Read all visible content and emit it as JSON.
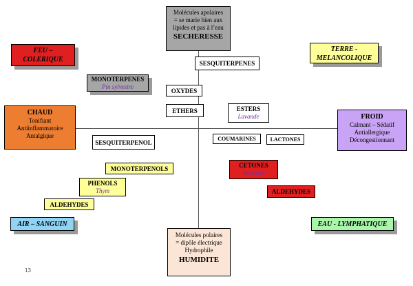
{
  "top": {
    "line1": "Molécules apolaires",
    "line2": "= se marie bien aux",
    "line3": "lipides et pas à l’eau",
    "title": "SECHERESSE"
  },
  "bottom": {
    "line1": "Molécules polaires",
    "line2": "= dipôle électrique",
    "line3": "Hydrophile",
    "title": "HUMIDITE"
  },
  "left": {
    "title": "CHAUD",
    "line1": "Tonifiant",
    "line2": "Antiinflammatoire",
    "line3": "Antalgique"
  },
  "right": {
    "title": "FROID",
    "line1": "Calmant – Sédatif",
    "line2": "Antiallergique",
    "line3": "Décongestionnant"
  },
  "corners": {
    "feu_line1": "FEU –",
    "feu_line2": "COLERIQUE",
    "terre_line1": "TERRE -",
    "terre_line2": "MELANCOLIQUE",
    "air": "AIR – SANGUIN",
    "eau": "EAU - LYMPHATIQUE"
  },
  "molecules": {
    "sesquiterpenes": "SESQUITERPENES",
    "monoterpenes": "MONOTERPENES",
    "monoterpenes_example": "Pin sylvestre",
    "oxydes": "OXYDES",
    "ethers": "ETHERS",
    "esters": "ESTERS",
    "esters_example": "Lavande",
    "coumarines": "COUMARINES",
    "lactones": "LACTONES",
    "sesquiterpenol": "SESQUITERPENOL",
    "monoterpenols": "MONOTERPENOLS",
    "phenols": "PHENOLS",
    "phenols_example": "Thym",
    "aldehydes_left": "ALDEHYDES",
    "cetones": "CETONES",
    "cetones_example": "Romarin",
    "aldehydes_right": "ALDEHYDES"
  },
  "page_number": "13",
  "colors": {
    "grey": "#a6a6a6",
    "peach": "#fbe5d6",
    "orange": "#ed7d31",
    "lavender": "#c9a3f5",
    "red": "#e02020",
    "yellow": "#ffff99",
    "blue": "#8fd3f5",
    "green": "#a9f5a9"
  }
}
